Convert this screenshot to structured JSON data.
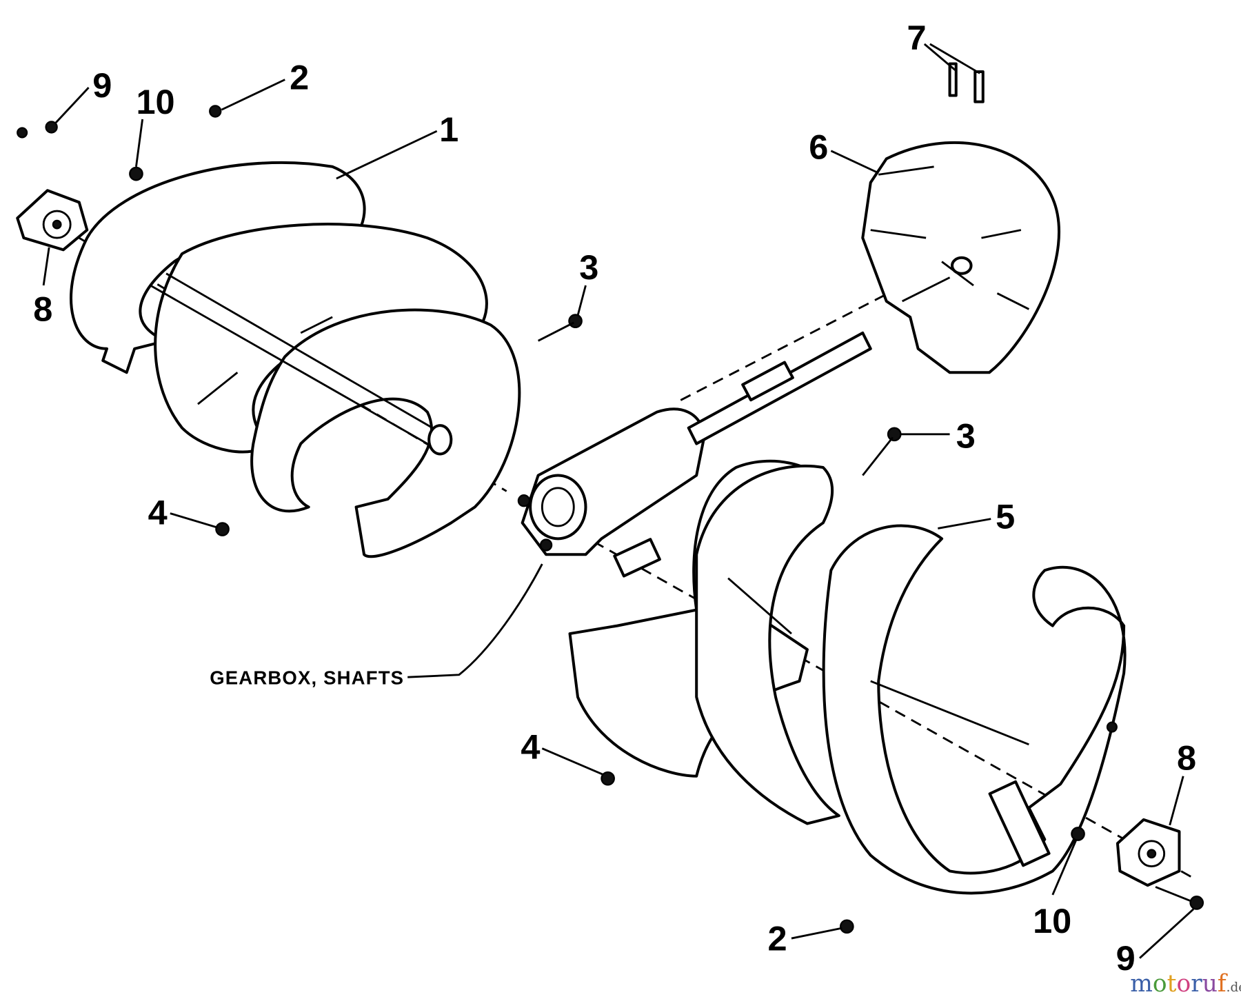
{
  "callouts": {
    "c9_left": "9",
    "c10_left": "10",
    "c2_top": "2",
    "c1": "1",
    "c8_left": "8",
    "c3_upper": "3",
    "c4_left": "4",
    "c7": "7",
    "c6": "6",
    "c3_lower": "3",
    "c5": "5",
    "c4_lower": "4",
    "c8_right": "8",
    "c2_bottom": "2",
    "c10_right": "10",
    "c9_right": "9"
  },
  "gearbox_label": "GEARBOX, SHAFTS",
  "watermark": {
    "m": "m",
    "o1": "o",
    "t": "t",
    "o2": "o",
    "r": "r",
    "u": "u",
    "f": "f",
    "tld": ".de"
  },
  "colors": {
    "m": "#3a5fa8",
    "o1": "#4a9a3a",
    "t": "#e0a020",
    "o2": "#d04080",
    "r": "#3a5fa8",
    "u": "#8a4aa0",
    "f": "#e07020",
    "tld": "#555555"
  }
}
